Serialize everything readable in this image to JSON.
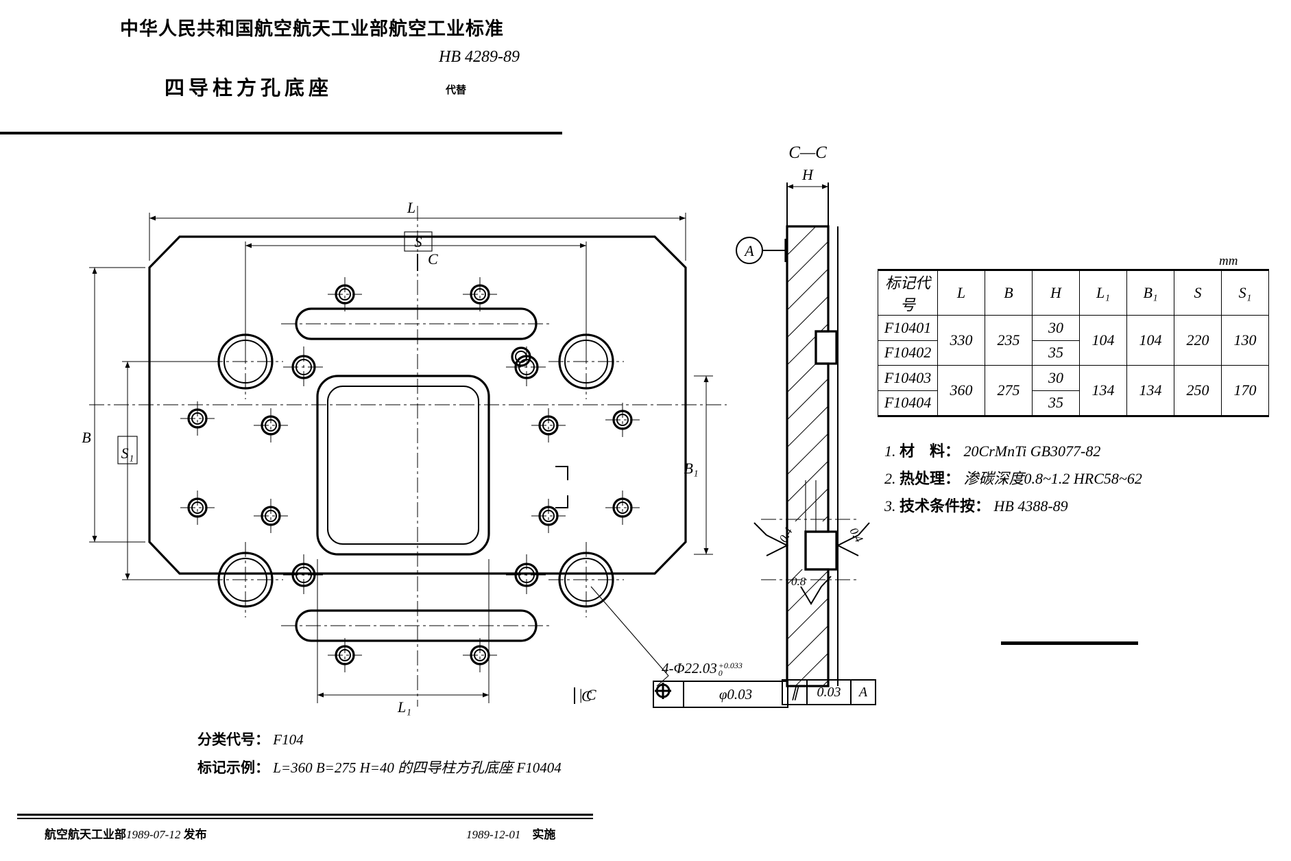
{
  "header": {
    "org_title": "中华人民共和国航空航天工业部航空工业标准",
    "standard_no": "HB 4289-89",
    "part_name": "四导柱方孔底座",
    "replaces_label": "代替"
  },
  "views": {
    "section_label": "C—C",
    "datum_a": "A",
    "section_mark_top": "C",
    "section_mark_bottom": "C",
    "dim_L": "L",
    "dim_B": "B",
    "dim_H": "H",
    "dim_L1": "L₁",
    "dim_B1": "B₁",
    "dim_S": "S",
    "dim_S1": "S₁",
    "surface_04_left": "0.4",
    "surface_04_right": "0.4",
    "surface_08": "0.8"
  },
  "callouts": {
    "hole_note": "4-Φ22.03",
    "hole_tol_upper": "+0.033",
    "hole_tol_lower": "0",
    "position_tol_symbol": "position-tolerance-icon",
    "position_tol_value": "φ0.03",
    "parallel_symbol": "∥",
    "parallel_value": "0.03",
    "parallel_datum": "A"
  },
  "table": {
    "unit": "mm",
    "headers": [
      "标记代号",
      "L",
      "B",
      "H",
      "L₁",
      "B₁",
      "S",
      "S₁"
    ],
    "rows": [
      {
        "codes": [
          "F10401",
          "F10402"
        ],
        "L": "330",
        "B": "235",
        "H": [
          "30",
          "35"
        ],
        "L1": "104",
        "B1": "104",
        "S": "220",
        "S1": "130"
      },
      {
        "codes": [
          "F10403",
          "F10404"
        ],
        "L": "360",
        "B": "275",
        "H": [
          "30",
          "35"
        ],
        "L1": "134",
        "B1": "134",
        "S": "250",
        "S1": "170"
      }
    ]
  },
  "notes": [
    {
      "num": "1.",
      "label": "材　料：",
      "value": "20CrMnTi  GB3077-82"
    },
    {
      "num": "2.",
      "label": "热处理：",
      "value": "渗碳深度0.8~1.2   HRC58~62"
    },
    {
      "num": "3.",
      "label": "技术条件按：",
      "value": "HB 4388-89"
    }
  ],
  "bottom": {
    "class_code_label": "分类代号：",
    "class_code_value": "F104",
    "example_label": "标记示例：",
    "example_value": "L=360  B=275  H=40 的四导柱方孔底座 F10404"
  },
  "footer": {
    "issuer": "航空航天工业部",
    "issue_date": "1989-07-12",
    "issue_word": "发布",
    "effective_date": "1989-12-01",
    "effective_word": "实施"
  }
}
